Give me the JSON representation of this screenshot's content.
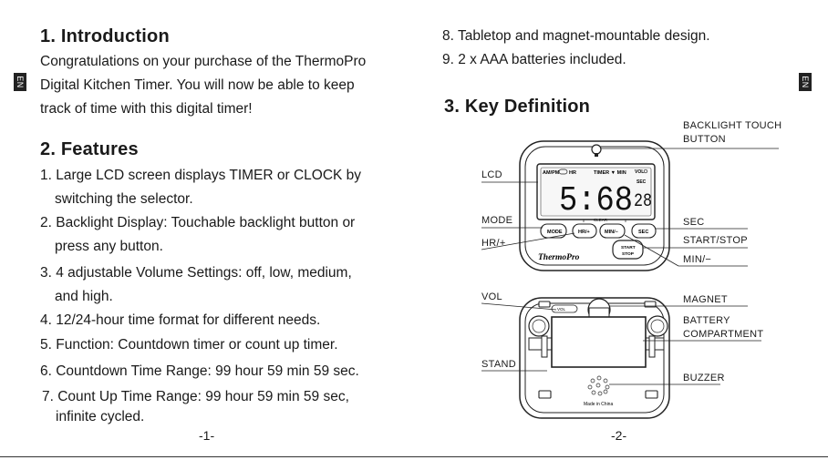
{
  "left": {
    "lang_tab": "EN",
    "intro": {
      "heading": "1. Introduction",
      "lines": [
        "Congratulations on your purchase of the ThermoPro",
        "Digital Kitchen Timer. You will now be able to keep",
        "track of time with this digital timer!"
      ]
    },
    "features": {
      "heading": "2. Features",
      "items": [
        [
          "1. Large LCD screen displays TIMER or CLOCK by",
          "switching the selector."
        ],
        [
          "2. Backlight Display: Touchable backlight button or",
          "press any button."
        ],
        [
          "3. 4 adjustable Volume Settings: off, low, medium,",
          "and high."
        ],
        [
          "4. 12/24-hour time format for different needs."
        ],
        [
          "5. Function: Countdown timer or count up timer."
        ],
        [
          "6. Countdown Time Range: 99 hour 59 min 59 sec."
        ],
        [
          "7. Count Up Time Range: 99 hour 59 min 59 sec,",
          "infinite cycled."
        ]
      ]
    },
    "page_number": "-1-"
  },
  "right": {
    "lang_tab": "EN",
    "items": [
      "8. Tabletop and magnet-mountable design.",
      "9. 2 x AAA batteries included."
    ],
    "key_heading": "3. Key Definition",
    "front_labels": {
      "backlight_1": "BACKLIGHT TOUCH",
      "backlight_2": "BUTTON",
      "lcd": "LCD",
      "mode": "MODE",
      "hr": "HR/+",
      "sec": "SEC",
      "start_stop": "START/STOP",
      "min": "MIN/−"
    },
    "back_labels": {
      "vol": "VOL",
      "magnet": "MAGNET",
      "battery_1": "BATTERY",
      "battery_2": "COMPARTMENT",
      "stand": "STAND",
      "buzzer": "BUZZER"
    },
    "device": {
      "lcd_top_left": "AM/PM",
      "lcd_hr": "HR",
      "lcd_timer": "TIMER ▼ MIN",
      "lcd_vol": "VOL",
      "lcd_sec": "SEC",
      "lcd_digits": "5:68",
      "lcd_small_digits": "28",
      "clear": "CLEAR",
      "btn_mode": "MODE",
      "btn_hr": "HR/+",
      "btn_min": "MIN/−",
      "btn_sec": "SEC",
      "btn_start": "START",
      "btn_stop": "STOP",
      "brand": "ThermoPro",
      "back_vol": "VOL",
      "made_in": "Made in China"
    },
    "page_number": "-2-"
  }
}
